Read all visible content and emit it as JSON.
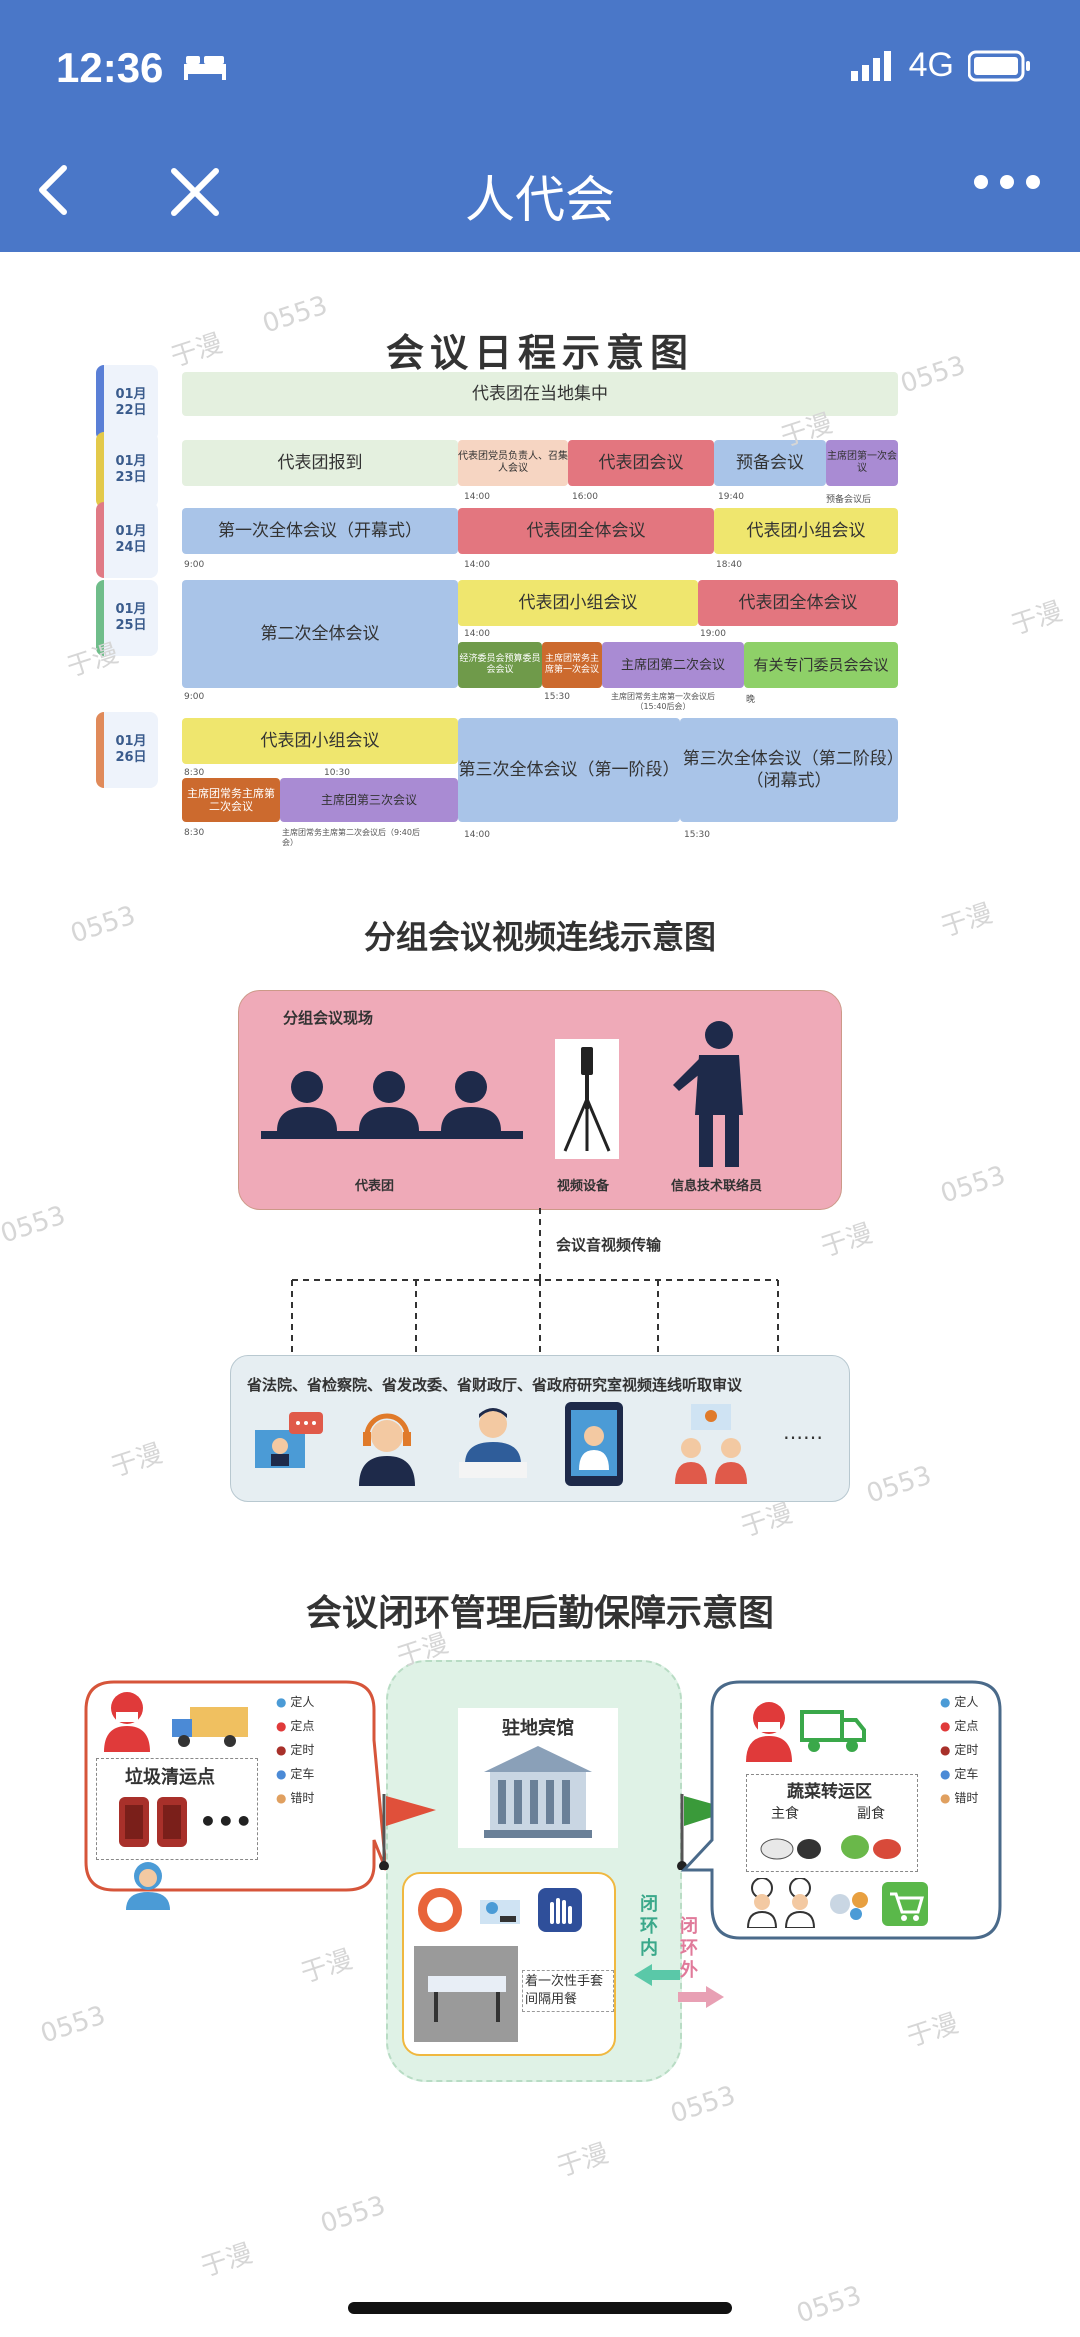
{
  "status_bar": {
    "time": "12:36",
    "network": "4G"
  },
  "nav": {
    "title": "人代会"
  },
  "schedule": {
    "title": "会议日程示意图",
    "dates": [
      "01月\n22日",
      "01月\n23日",
      "01月\n24日",
      "01月\n25日",
      "01月\n26日"
    ],
    "day1": {
      "b1": "代表团在当地集中"
    },
    "day2": {
      "b1": "代表团报到",
      "b2": "代表团党员负责人、召集人会议",
      "b3": "代表团会议",
      "b4": "预备会议",
      "b5": "主席团第一次会议",
      "t1": "14:00",
      "t2": "16:00",
      "t3": "19:40",
      "t4": "预备会议后"
    },
    "day3": {
      "b1": "第一次全体会议（开幕式）",
      "b2": "代表团全体会议",
      "b3": "代表团小组会议",
      "t1": "9:00",
      "t2": "14:00",
      "t3": "18:40"
    },
    "day4": {
      "b1": "第二次全体会议",
      "b2": "代表团小组会议",
      "b3": "代表团全体会议",
      "b4": "经济委员会预算委员会会议",
      "b5": "主席团常务主席第一次会议",
      "b6": "主席团第二次会议",
      "b7": "有关专门委员会会议",
      "t1": "9:00",
      "t2": "14:00",
      "t3": "15:30",
      "t4": "主席团常务主席第一次会议后（15:40后会）",
      "t5": "19:00",
      "t6": "晚"
    },
    "day5": {
      "b1": "代表团小组会议",
      "b2": "主席团常务主席第二次会议",
      "b3": "主席团第三次会议",
      "b4": "第三次全体会议（第一阶段）",
      "b5": "第三次全体会议（第二阶段）（闭幕式）",
      "t1": "8:30",
      "t2": "10:30",
      "t3": "8:30",
      "t4": "主席团常务主席第二次会议后（9:40后会）",
      "t5": "14:00",
      "t6": "15:30"
    }
  },
  "video": {
    "title": "分组会议视频连线示意图",
    "site_label": "分组会议现场",
    "delegates": "代表团",
    "device": "视频设备",
    "tech_staff": "信息技术联络员",
    "transmission": "会议音视频传输",
    "remote_label": "省法院、省检察院、省发改委、省财政厅、省政府研究室视频连线听取审议",
    "more": "……"
  },
  "logistics": {
    "title": "会议闭环管理后勤保障示意图",
    "hotel": "驻地宾馆",
    "garbage": "垃圾清运点",
    "veg": "蔬菜转运区",
    "staple": "主食",
    "side": "副食",
    "gloves": "着一次性手套\n间隔用餐",
    "closed_in": "闭环内",
    "closed_out": "闭环外",
    "legend": [
      "定人",
      "定点",
      "定时",
      "定车",
      "错时"
    ],
    "more": "•••"
  },
  "watermarks": [
    "于漫",
    "0553"
  ]
}
